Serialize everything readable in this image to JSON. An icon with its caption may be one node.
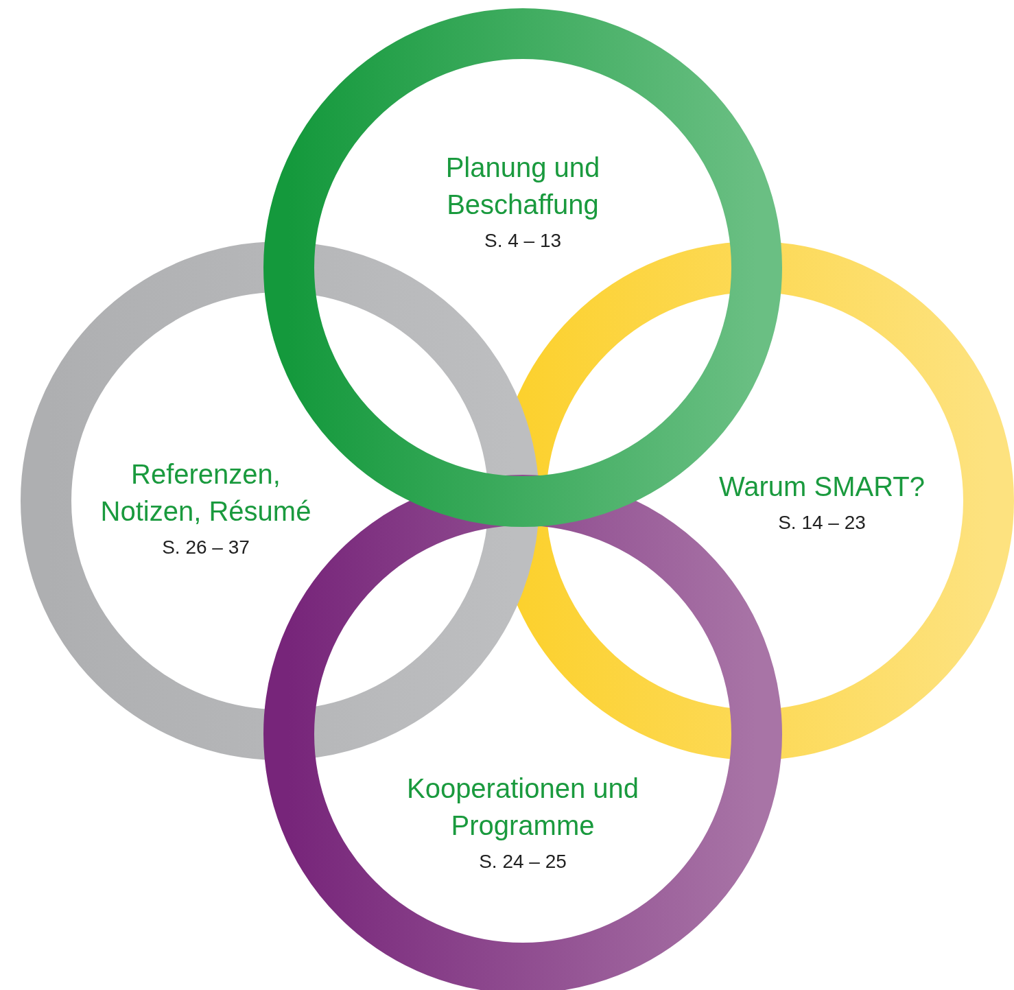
{
  "diagram": {
    "nodes": [
      {
        "text": [
          "Planung und Beschaffung",
          "S. 4 – 13"
        ]
      },
      {
        "text": [
          "Referenzen, Notizen, Résumé",
          "S. 26 – 37"
        ]
      },
      {
        "text": [
          "Warum SMART?",
          "S. 14 – 23"
        ]
      },
      {
        "text": [
          "Kooperationen und Programme",
          "S. 24 – 25"
        ]
      }
    ]
  }
}
